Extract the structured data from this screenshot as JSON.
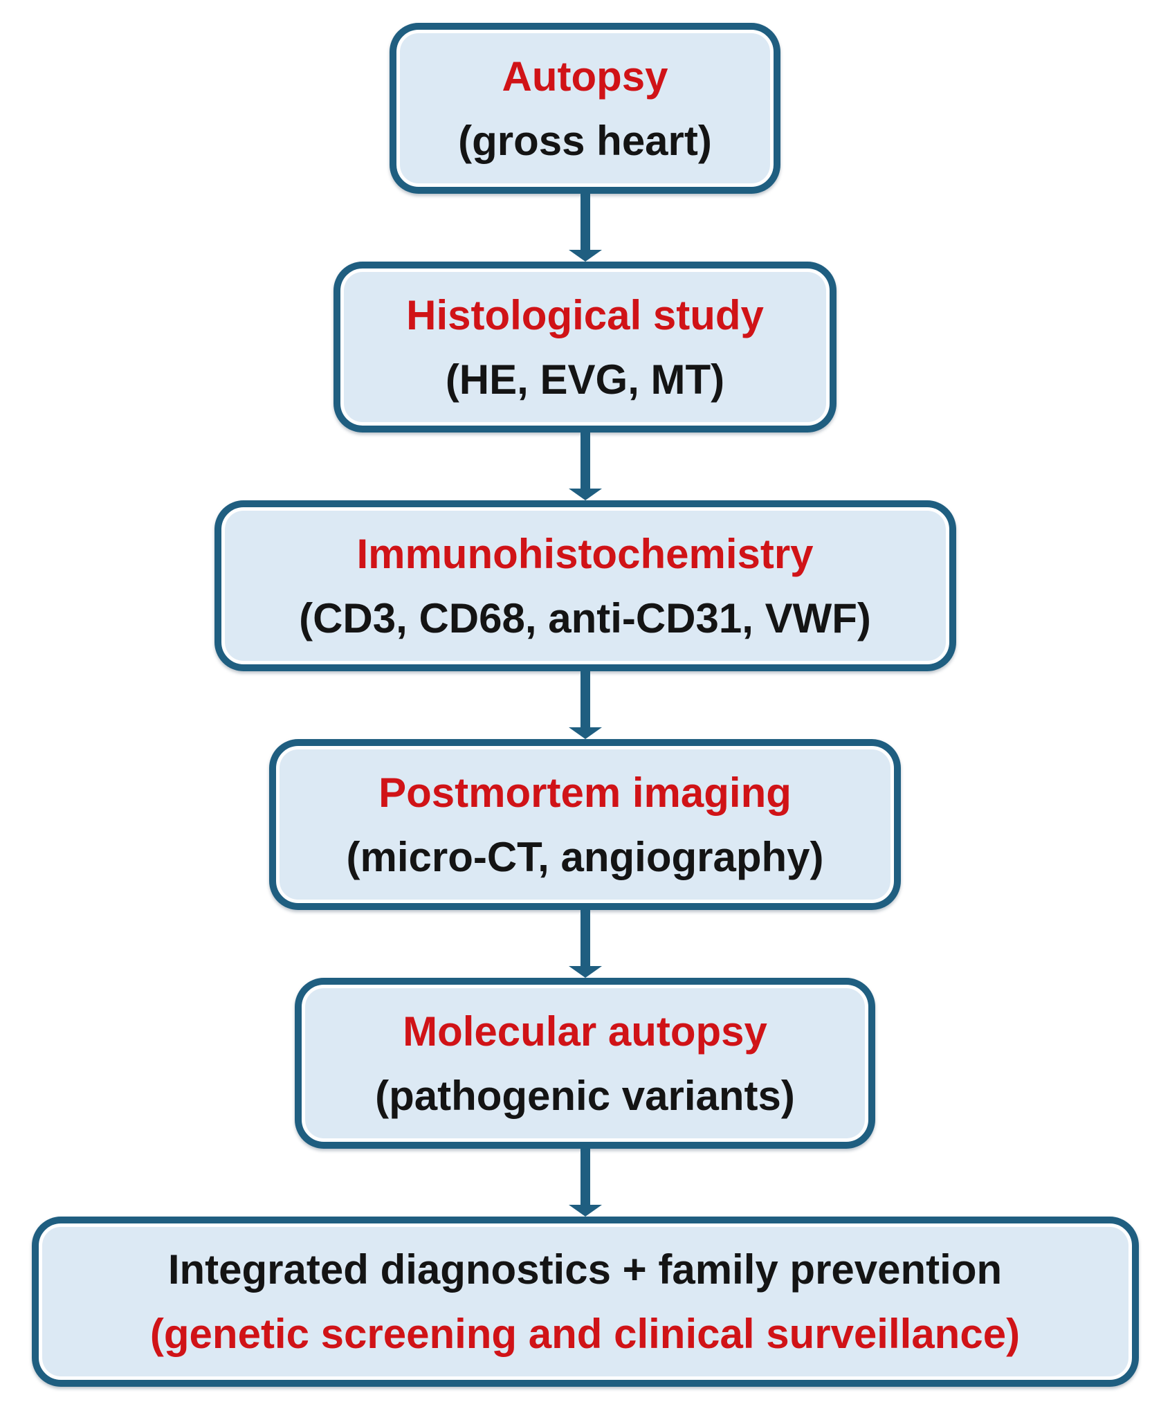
{
  "figure": {
    "type": "flowchart",
    "direction": "top-to-bottom",
    "steps": [
      {
        "id": "autopsy",
        "title": "Autopsy",
        "subtitle": "(gross heart)"
      },
      {
        "id": "histological-study",
        "title": "Histological study",
        "subtitle": "(HE, EVG, MT)"
      },
      {
        "id": "immunohistochemistry",
        "title": "Immunohistochemistry",
        "subtitle": "(CD3, CD68, anti-CD31, VWF)"
      },
      {
        "id": "postmortem-imaging",
        "title": "Postmortem imaging",
        "subtitle": "(micro-CT, angiography)"
      },
      {
        "id": "molecular-autopsy",
        "title": "Molecular autopsy",
        "subtitle": "(pathogenic variants)"
      },
      {
        "id": "integrated-diagnostics",
        "title": "Integrated diagnostics + family prevention",
        "subtitle": "(genetic screening and clinical surveillance)"
      }
    ],
    "colors": {
      "box_fill": "#dce9f4",
      "box_border": "#1f5e80",
      "arrow": "#1f5e80",
      "accent_red": "#d01317",
      "text_black": "#141414",
      "background": "#ffffff"
    }
  }
}
